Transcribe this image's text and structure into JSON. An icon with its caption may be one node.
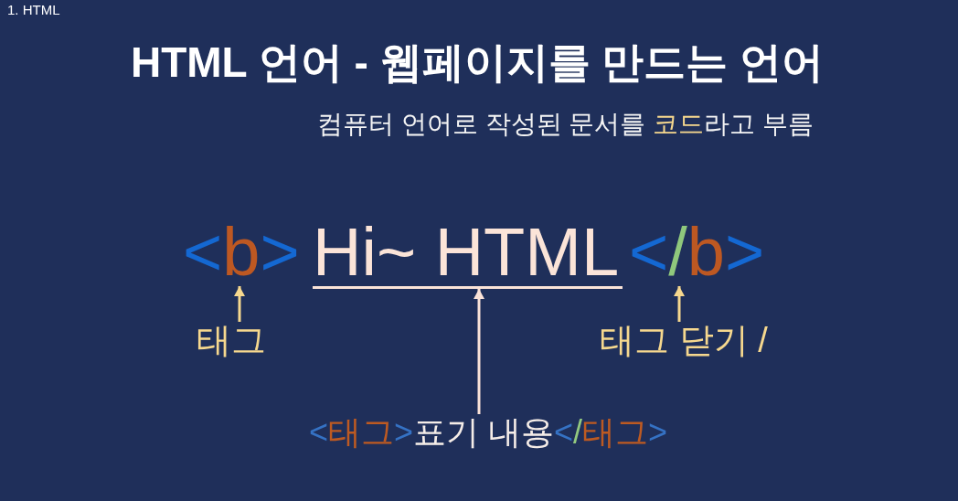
{
  "diagram": {
    "title": "HTML 언어 - 웹페이지를 만드는 언어",
    "nodes": [
      {
        "text": [
          "<b>"
        ]
      },
      {
        "text": [
          "Hi~ HTML"
        ]
      },
      {
        "text": [
          "</b>"
        ]
      },
      {
        "text": [
          "태그"
        ]
      },
      {
        "text": [
          "태그 닫기 /"
        ]
      },
      {
        "text": [
          "<태그>표기 내용</태그>"
        ]
      }
    ],
    "edges": [
      {
        "from": 3,
        "to": 0,
        "arrow": "to"
      },
      {
        "from": 5,
        "to": 1,
        "arrow": "to",
        "color": "#fbe3d8"
      },
      {
        "from": 4,
        "to": 2,
        "arrow": "to"
      }
    ],
    "labels": [
      "1. HTML",
      "컴퓨터 언어로 작성된 문서를 **코드**라고 부름"
    ]
  }
}
